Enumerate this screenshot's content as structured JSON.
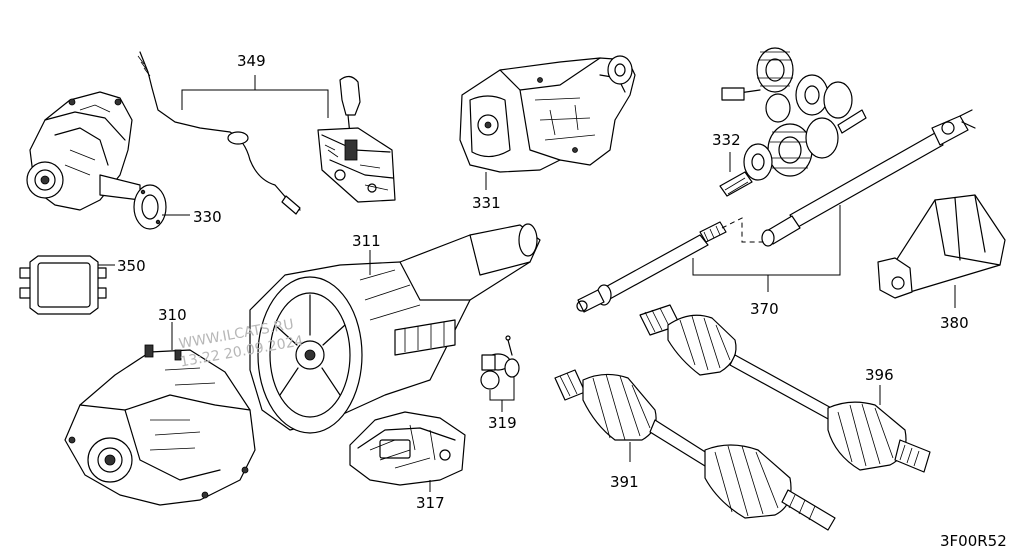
{
  "callouts": {
    "c349": "349",
    "c330": "330",
    "c350": "350",
    "c310": "310",
    "c311": "311",
    "c331": "331",
    "c332": "332",
    "c370": "370",
    "c380": "380",
    "c319": "319",
    "c317": "317",
    "c391": "391",
    "c396": "396"
  },
  "diagram_code": "3F00R52",
  "watermark": {
    "site": "WWW.ILCATS.RU",
    "timestamp": "13:22 20.09.2024"
  }
}
